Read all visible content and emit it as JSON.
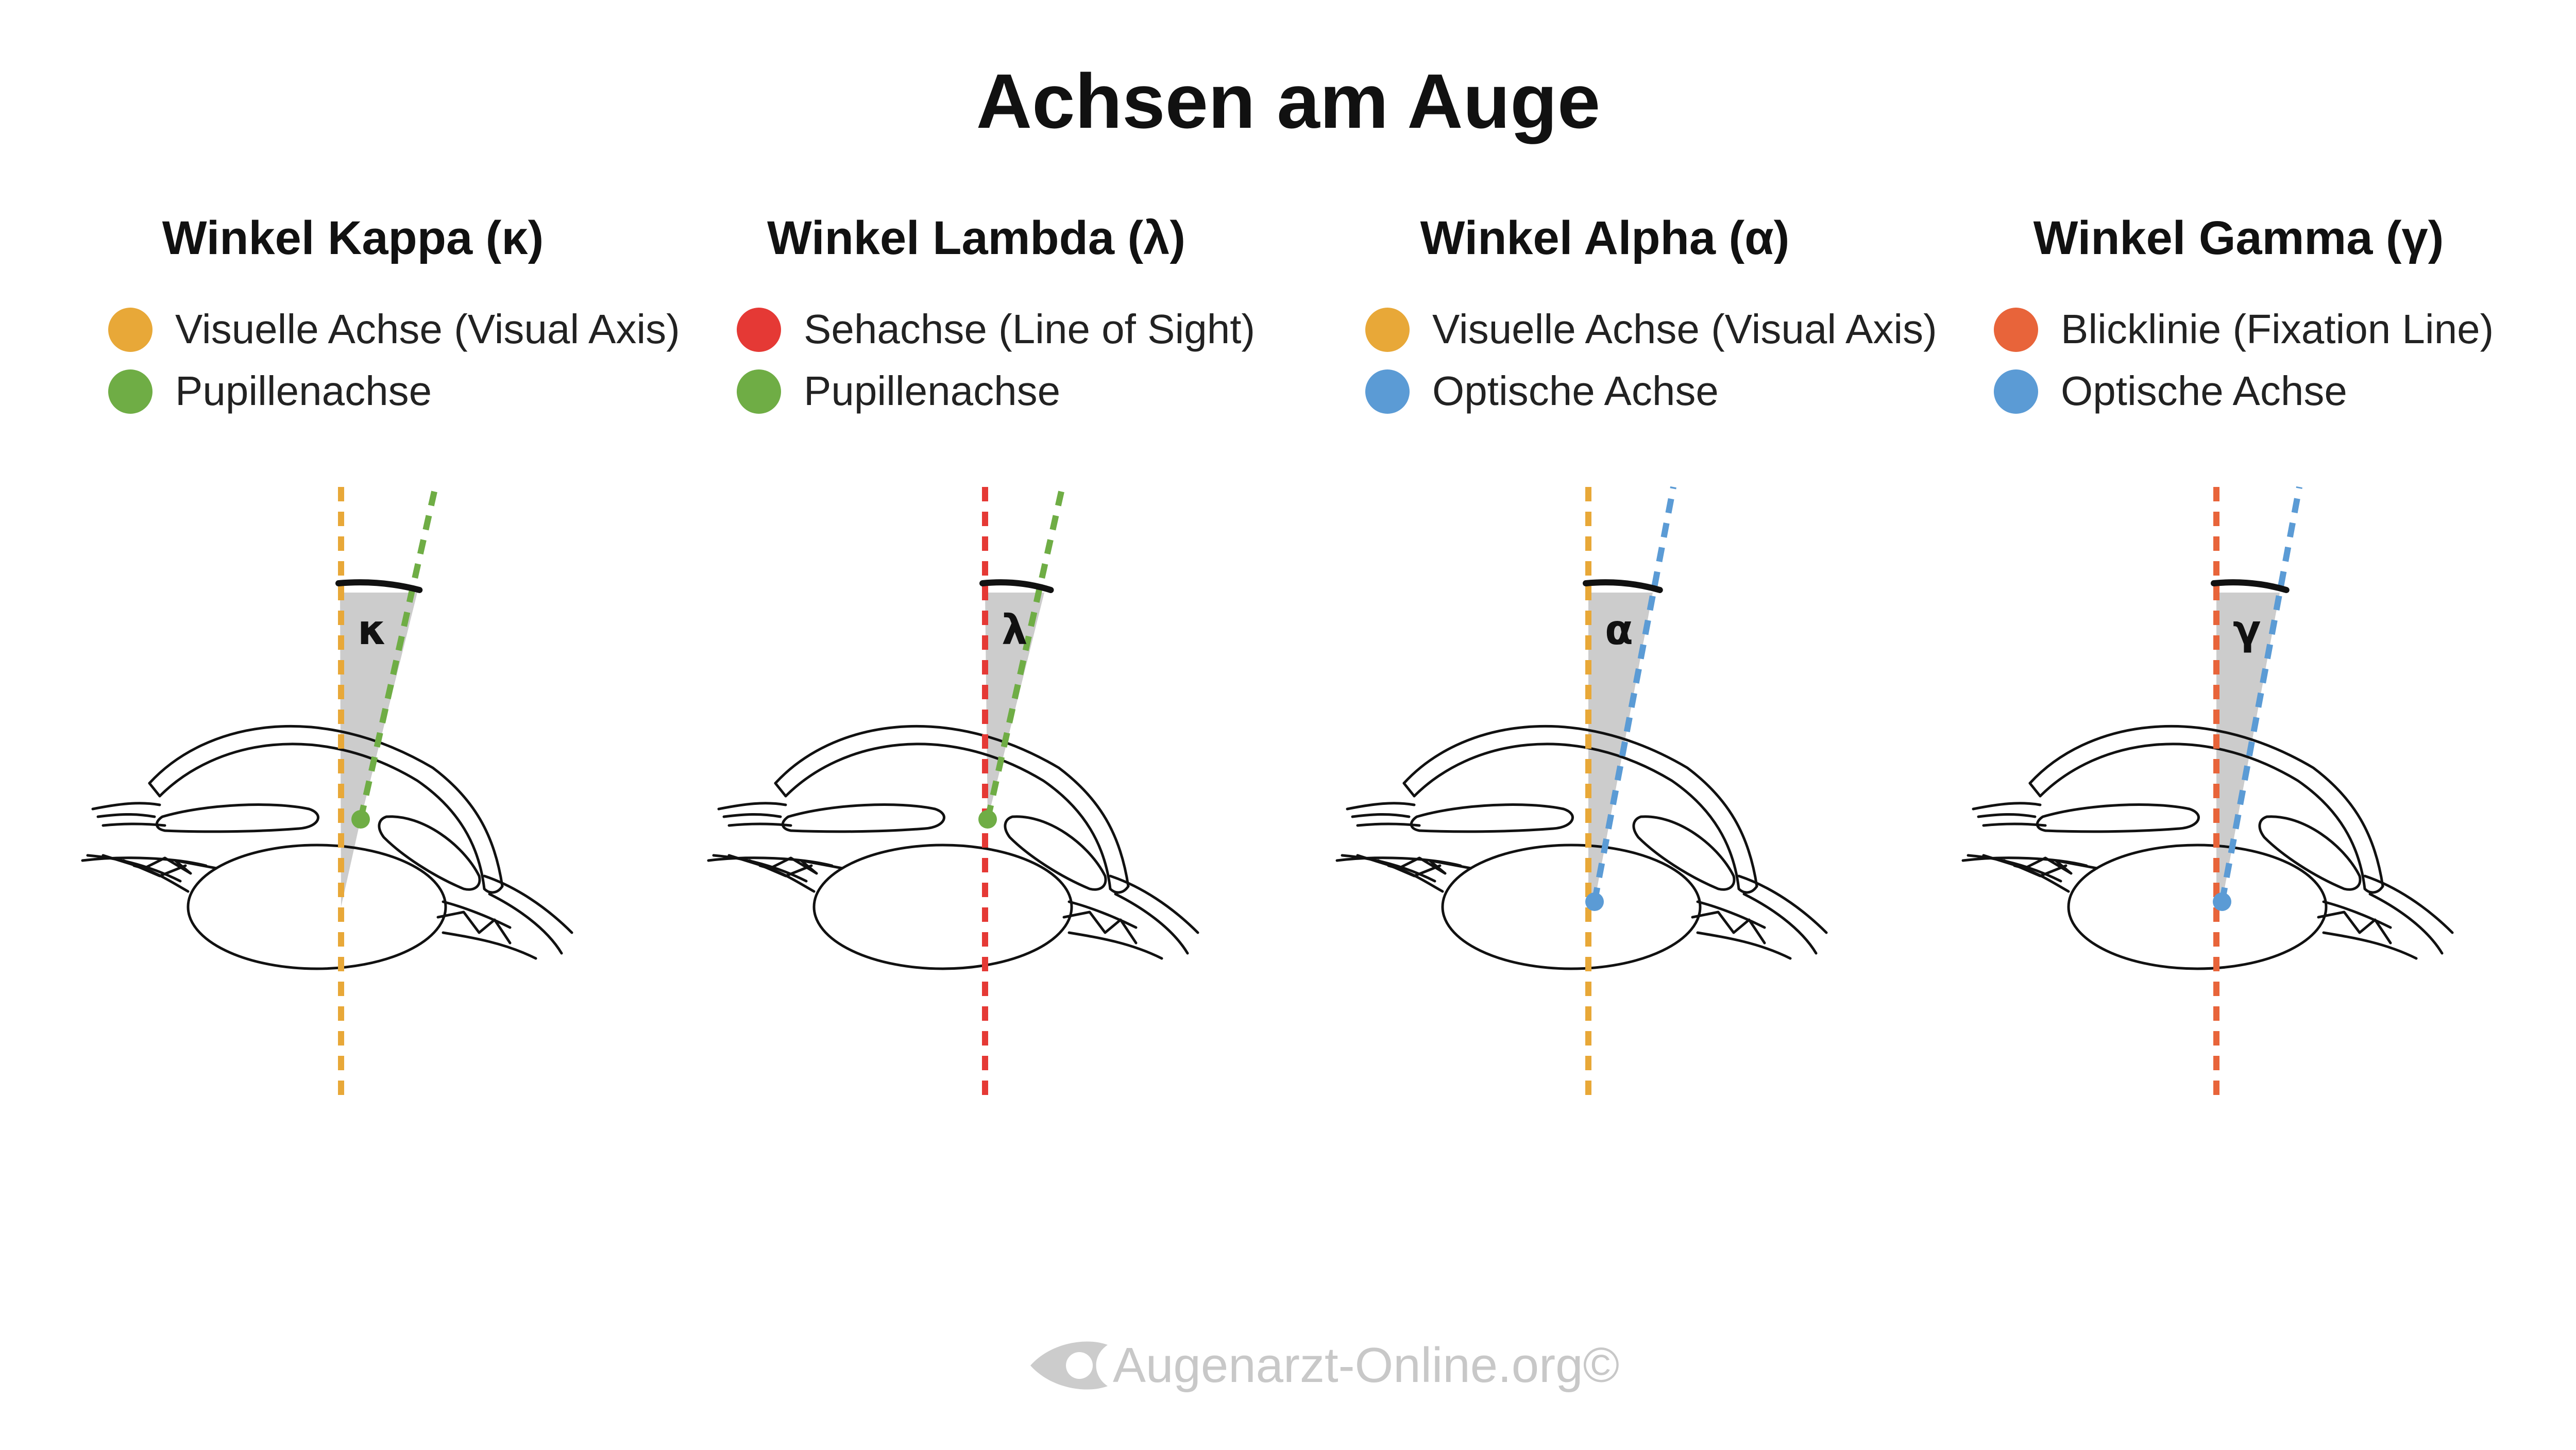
{
  "title": "Achsen am Auge",
  "colors": {
    "visual_axis": "#E8A838",
    "pupil_axis": "#6FAD45",
    "line_of_sight": "#E53935",
    "optical_axis": "#5B9BD5",
    "fixation_line": "#E8643A",
    "angle_fill": "#cccccc",
    "outline": "#111111"
  },
  "panels": [
    {
      "title": "Winkel Kappa (κ)",
      "symbol": "κ",
      "legend": [
        {
          "label": "Visuelle Achse (Visual Axis)",
          "color": "#E8A838"
        },
        {
          "label": "Pupillenachse",
          "color": "#6FAD45"
        }
      ]
    },
    {
      "title": "Winkel Lambda (λ)",
      "symbol": "λ",
      "legend": [
        {
          "label": "Sehachse (Line of Sight)",
          "color": "#E53935"
        },
        {
          "label": "Pupillenachse",
          "color": "#6FAD45"
        }
      ]
    },
    {
      "title": "Winkel Alpha (α)",
      "symbol": "α",
      "legend": [
        {
          "label": "Visuelle Achse (Visual Axis)",
          "color": "#E8A838"
        },
        {
          "label": "Optische Achse",
          "color": "#5B9BD5"
        }
      ]
    },
    {
      "title": "Winkel Gamma (γ)",
      "symbol": "γ",
      "legend": [
        {
          "label": "Blicklinie (Fixation Line)",
          "color": "#E8643A"
        },
        {
          "label": "Optische Achse",
          "color": "#5B9BD5"
        }
      ]
    }
  ],
  "watermark": {
    "text": "Augenarzt-Online.org©",
    "icon": "eye-logo-icon"
  }
}
